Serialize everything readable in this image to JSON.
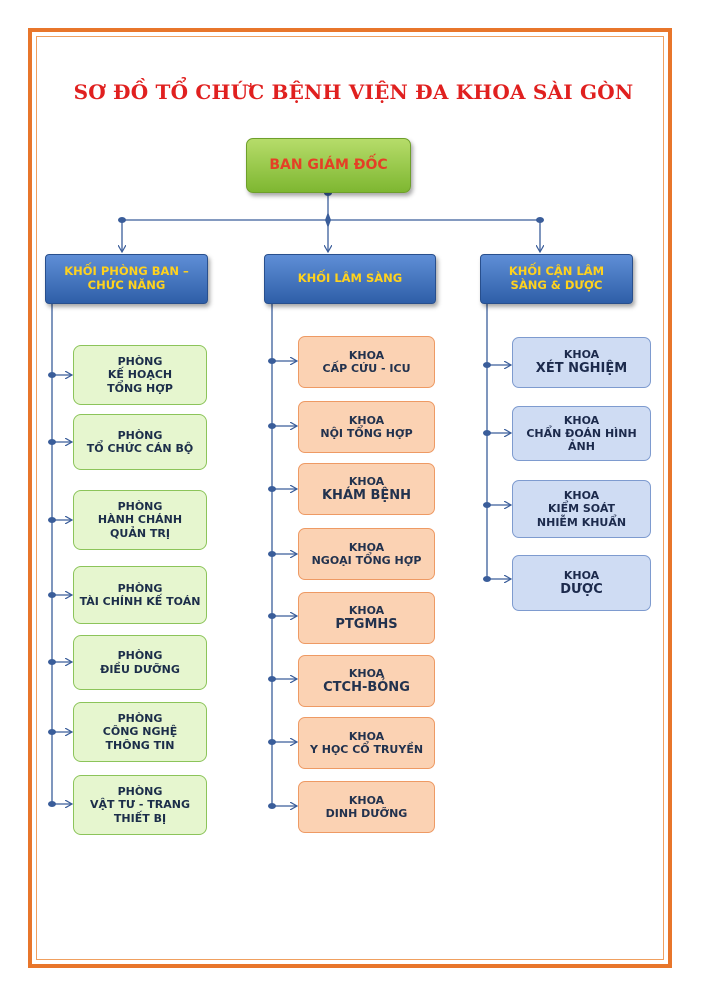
{
  "title": "SƠ ĐỒ TỔ CHỨC BỆNH VIỆN ĐA KHOA SÀI GÒN",
  "director": "BAN GIÁM ĐỐC",
  "blocks": [
    {
      "line1": "KHỐI PHÒNG BAN –",
      "line2": "CHỨC NĂNG"
    },
    {
      "line1": "KHỐI LÂM SÀNG"
    },
    {
      "line1": "KHỐI CẬN LÂM",
      "line2": "SÀNG & DƯỢC"
    }
  ],
  "departments": [
    {
      "l1": "PHÒNG",
      "l2": "KẾ HOẠCH",
      "l3": "TỔNG HỢP"
    },
    {
      "l1": "PHÒNG",
      "l2": "TỔ CHỨC CÁN BỘ"
    },
    {
      "l1": "PHÒNG",
      "l2": "HÀNH CHÁNH",
      "l3": "QUẢN TRỊ"
    },
    {
      "l1": "PHÒNG",
      "l2": "TÀI CHÍNH KẾ TOÁN"
    },
    {
      "l1": "PHÒNG",
      "l2": "ĐIỀU DƯỠNG"
    },
    {
      "l1": "PHÒNG",
      "l2": "CÔNG NGHỆ",
      "l3": "THÔNG TIN"
    },
    {
      "l1": "PHÒNG",
      "l2": "VẬT TƯ - TRANG",
      "l3": "THIẾT BỊ"
    }
  ],
  "clinical": [
    {
      "l1": "KHOA",
      "l2": "CẤP CỨU - ICU"
    },
    {
      "l1": "KHOA",
      "l2": "NỘI TỔNG HỢP"
    },
    {
      "l1": "KHOA",
      "l2": "KHÁM BỆNH"
    },
    {
      "l1": "KHOA",
      "l2": "NGOẠI TỔNG HỢP"
    },
    {
      "l1": "KHOA",
      "l2": "PTGMHS"
    },
    {
      "l1": "KHOA",
      "l2": "CTCH-BỎNG"
    },
    {
      "l1": "KHOA",
      "l2": "Y HỌC CỔ TRUYỀN"
    },
    {
      "l1": "KHOA",
      "l2": "DINH DƯỠNG"
    }
  ],
  "paraclinical": [
    {
      "l1": "KHOA",
      "l2": "XÉT NGHIỆM"
    },
    {
      "l1": "KHOA",
      "l2": "CHẨN ĐOÁN HÌNH ẢNH"
    },
    {
      "l1": "KHOA",
      "l2": "KIỂM SOÁT",
      "l3": "NHIỄM KHUẨN"
    },
    {
      "l1": "KHOA",
      "l2": "DƯỢC"
    }
  ],
  "colors": {
    "title": "#e0201f",
    "frame": "#e8762b",
    "connector": "#3a5d9a"
  }
}
